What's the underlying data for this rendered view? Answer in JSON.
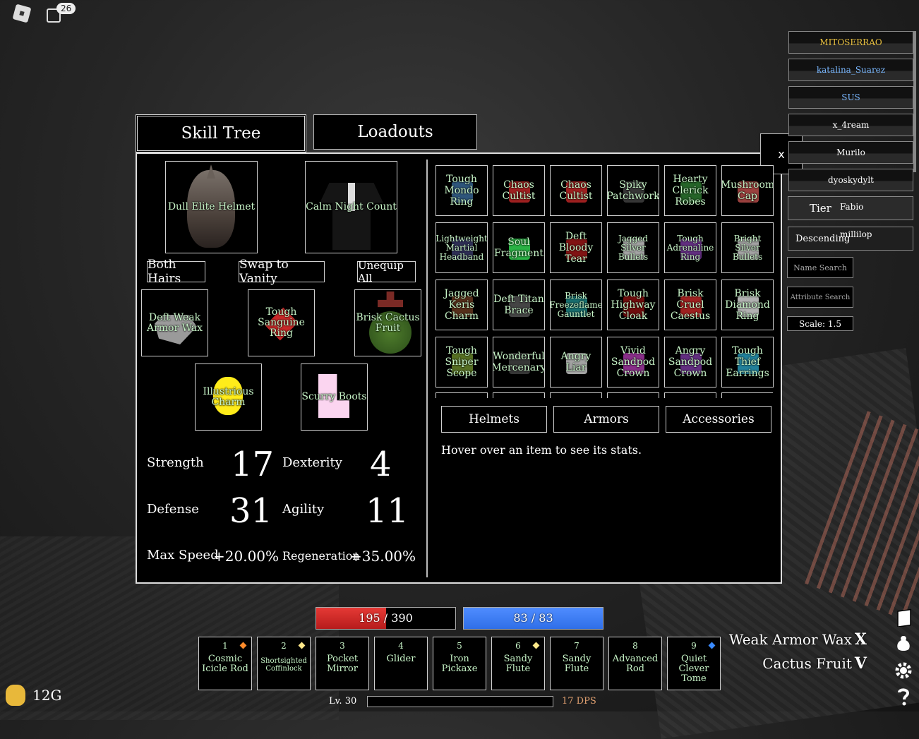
{
  "hud": {
    "chat_count": "26",
    "gold": "12G",
    "level": "Lv. 30",
    "dps": "17 DPS"
  },
  "tabs": {
    "skill_tree": "Skill Tree",
    "loadouts": "Loadouts"
  },
  "close_label": "x",
  "equipment": {
    "helmet": "Dull Elite Helmet",
    "armor": "Calm Night Count",
    "accessory1": "Deft Weak Armor Wax",
    "accessory2": "Tough Sanguine Ring",
    "accessory3": "Brisk Cactus Fruit",
    "accessory4": "Illustrious Charm",
    "accessory5": "Scurry Boots"
  },
  "buttons": {
    "both_hairs": "Both Hairs",
    "swap_vanity": "Swap to Vanity",
    "unequip_all": "Unequip All"
  },
  "stats": {
    "strength_label": "Strength",
    "strength": "17",
    "dexterity_label": "Dexterity",
    "dexterity": "4",
    "defense_label": "Defense",
    "defense": "31",
    "agility_label": "Agility",
    "agility": "11",
    "maxspeed_label": "Max Speed",
    "maxspeed": "+20.00%",
    "regen_label": "Regeneration",
    "regen": "+35.00%"
  },
  "inventory": [
    "Tough Mondo Ring",
    "Chaos Cultist",
    "Chaos Cultist",
    "Spiky Patchwork",
    "Hearty Clerick Robes",
    "Mushroom Cap",
    "Lightweight Martial Headband",
    "Soul Fragment",
    "Deft Bloody Tear",
    "Jagged Silver Bullets",
    "Tough Adrenaline Ring",
    "Bright Silver Bullets",
    "Jagged Keris Charm",
    "Deft Titan Brace",
    "Brisk Freezeflame Gauntlet",
    "Tough Highway Cloak",
    "Brisk Cruel Caestus",
    "Brisk Diamond Ring",
    "Tough Sniper Scope",
    "Wonderful Mercenary",
    "Angry Liar",
    "Vivid Sandpod Crown",
    "Angry Sandpod Crown",
    "Tough Thief Earrings"
  ],
  "inventory_colors": [
    "#3a6a9a",
    "#c62828",
    "#c62828",
    "#444444",
    "#2e7d32",
    "#c0504d",
    "#3a3a6a",
    "#33dd55",
    "#a01818",
    "#cccccc",
    "#7a3aa0",
    "#cccccc",
    "#6a3a20",
    "#555555",
    "#1f8a8a",
    "#8b1010",
    "#c62828",
    "#dddddd",
    "#6a8a2a",
    "#444444",
    "#cccccc",
    "#aa3aaa",
    "#7a3aa0",
    "#2aa0c0"
  ],
  "categories": {
    "helmets": "Helmets",
    "armors": "Armors",
    "accessories": "Accessories"
  },
  "hint": "Hover over an item to see its stats.",
  "players": [
    "MITOSERRAO",
    "katalina_Suarez",
    "SUS",
    "x_4ream",
    "Murilo",
    "dyoskydylt",
    "Fabio",
    "millilop"
  ],
  "player_colors": [
    "#e8c040",
    "#7ab8ff",
    "#7ab8ff",
    "#ffffff",
    "#ffffff",
    "#ffffff",
    "#ffffff",
    "#ffffff"
  ],
  "sort": {
    "tier": "Tier",
    "descending": "Descending",
    "name_search": "Name Search",
    "attribute_search": "Attribute Search",
    "scale": "Scale: 1.5"
  },
  "health": {
    "text": "195 / 390",
    "fraction": 0.5,
    "color": "#e53935"
  },
  "mana": {
    "text": "83 / 83",
    "fraction": 1.0,
    "color": "#2f6fe8"
  },
  "hotbar": [
    {
      "num": "1",
      "label": "Cosmic Icicle Rod",
      "diamond": "#ff8a2a"
    },
    {
      "num": "2",
      "label": "Shortsighted Coffinlock",
      "diamond": "#ffe88a",
      "small": true
    },
    {
      "num": "3",
      "label": "Pocket Mirror"
    },
    {
      "num": "4",
      "label": "Glider"
    },
    {
      "num": "5",
      "label": "Iron Pickaxe"
    },
    {
      "num": "6",
      "label": "Sandy Flute",
      "diamond": "#ffe88a"
    },
    {
      "num": "7",
      "label": "Sandy Flute"
    },
    {
      "num": "8",
      "label": "Advanced Rod"
    },
    {
      "num": "9",
      "label": "Quiet Clever Tome",
      "diamond": "#3a8aff"
    }
  ],
  "equipped_labels": {
    "item1": "Weak Armor Wax",
    "key1": "X",
    "item2": "Cactus Fruit",
    "key2": "V"
  }
}
